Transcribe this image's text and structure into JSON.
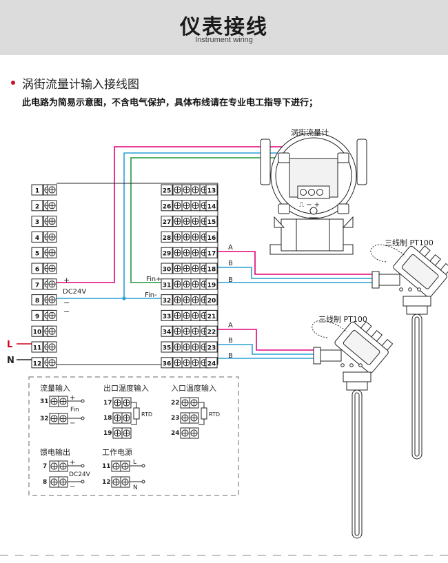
{
  "header": {
    "title": "仪表接线",
    "subtitle": "Instrument wiring"
  },
  "section": {
    "title": "涡街流量计输入接线图",
    "note": "此电路为简易示意图，不含电气保护，具体布线请在专业电工指导下进行；"
  },
  "flowmeter": {
    "label": "涡街流量计",
    "terminal_marks": "⎍ − +"
  },
  "sensors": {
    "pt100_a": "三线制  PT100",
    "pt100_b": "三线制  PT100"
  },
  "terminals": {
    "left": [
      "1",
      "2",
      "3",
      "4",
      "5",
      "6",
      "7",
      "8",
      "9",
      "10",
      "11",
      "12"
    ],
    "right_a": [
      "25",
      "26",
      "27",
      "28",
      "29",
      "30",
      "31",
      "32",
      "33",
      "34",
      "35",
      "36"
    ],
    "right_b": [
      "13",
      "14",
      "15",
      "16",
      "17",
      "18",
      "19",
      "20",
      "21",
      "22",
      "23",
      "24"
    ]
  },
  "wire_labels": {
    "plus": "+",
    "dc24v": "DC24V",
    "minus": "−",
    "fin_plus": "Fin+",
    "fin_minus": "Fin-",
    "a": "A",
    "b": "B",
    "L": "L",
    "N": "N"
  },
  "legend": {
    "flow_input": {
      "title": "流量输入",
      "t1": "31",
      "t2": "32",
      "plus": "+",
      "fin": "Fin",
      "minus": "−"
    },
    "outlet_temp": {
      "title": "出口温度输入",
      "t1": "17",
      "t2": "18",
      "t3": "19",
      "rtd": "RTD"
    },
    "inlet_temp": {
      "title": "入口温度输入",
      "t1": "22",
      "t2": "23",
      "t3": "24",
      "rtd": "RTD"
    },
    "feed_output": {
      "title": "馈电输出",
      "t1": "7",
      "t2": "8",
      "plus": "+",
      "dc": "DC24V",
      "minus": "−"
    },
    "power": {
      "title": "工作电源",
      "t1": "11",
      "t2": "12",
      "L": "L",
      "N": "N"
    }
  },
  "colors": {
    "magenta": "#e0007a",
    "blue": "#2a9fd6",
    "green": "#1f9a3a",
    "red": "#d0021b"
  }
}
